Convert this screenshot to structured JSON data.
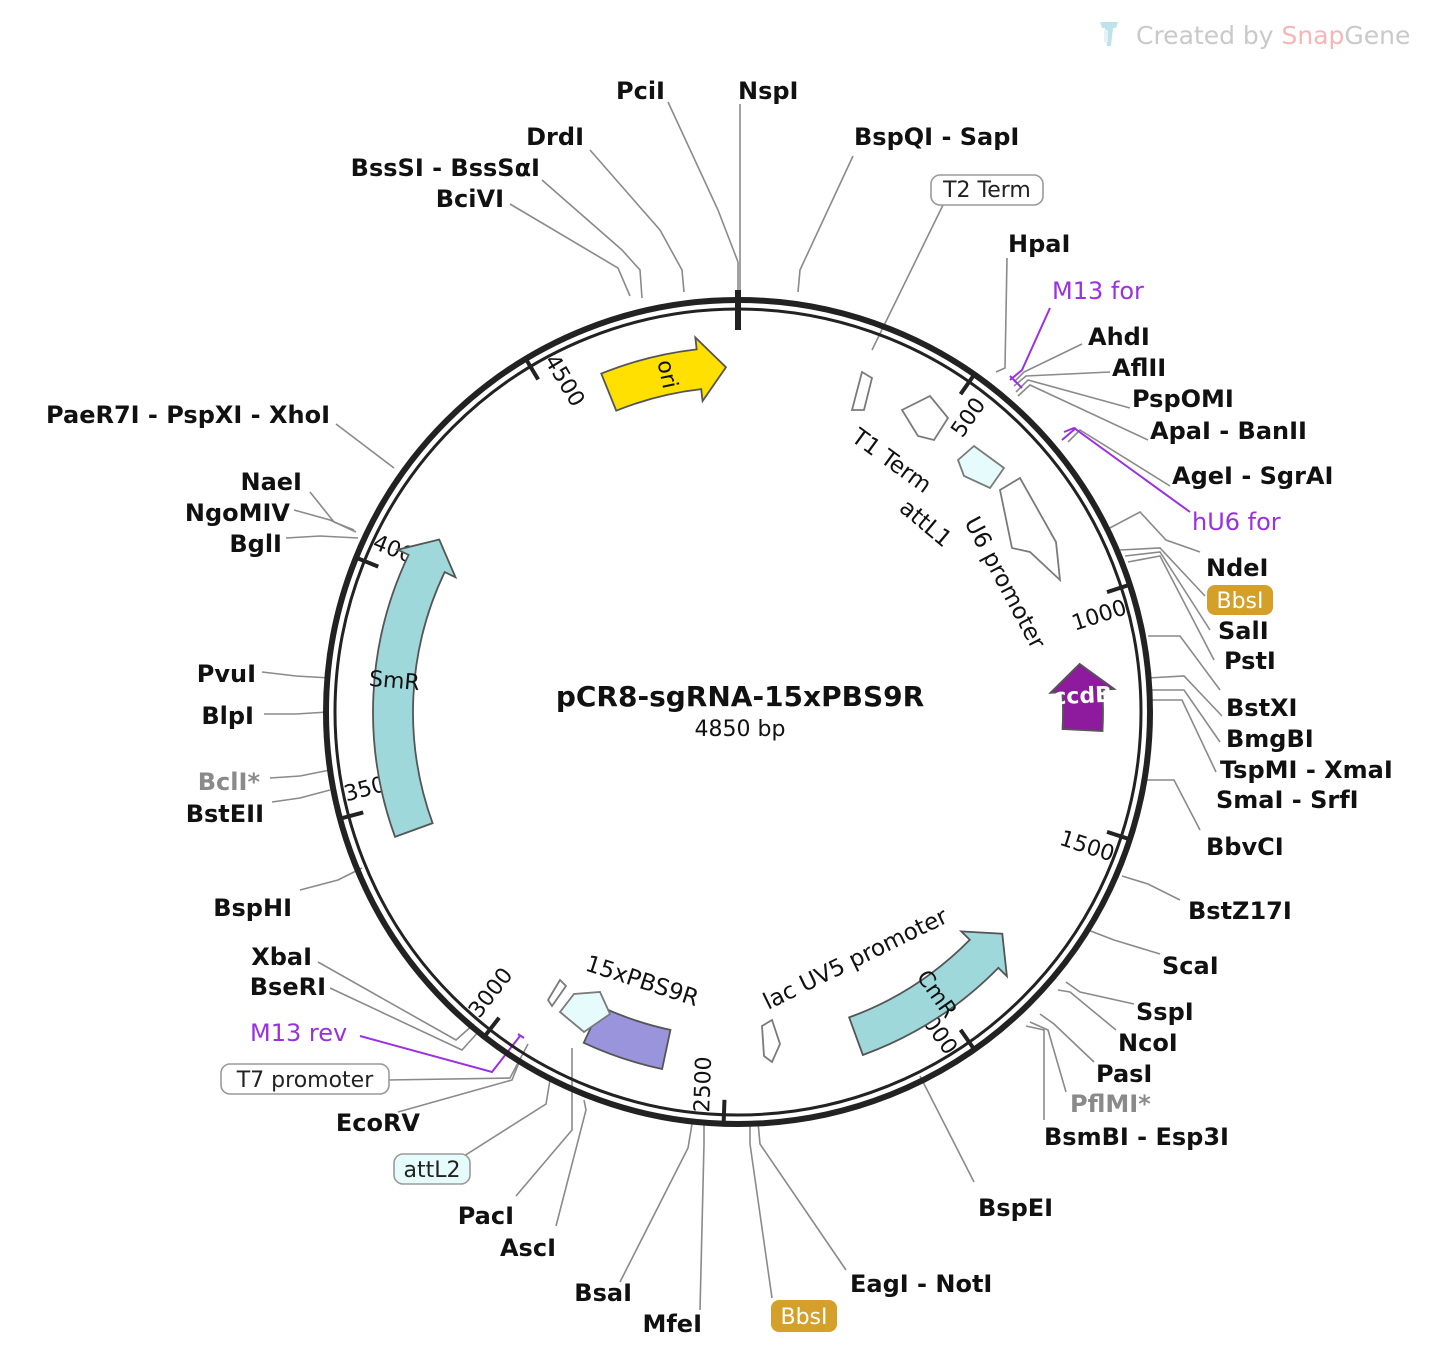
{
  "credit": {
    "prefix": "Created by ",
    "snap": "Snap",
    "gene": "Gene"
  },
  "plasmid": {
    "name": "pCR8-sgRNA-15xPBS9R",
    "size_label": "4850 bp"
  },
  "colors": {
    "ori": "#ffe000",
    "SmR": "#9ed8db",
    "CmR": "#9ed8db",
    "ccdB": "#8e1a9e",
    "PBS": "#9a94dc",
    "att": "#e6fbfb",
    "primer": "#9b30e0",
    "badge": "#d4a02a",
    "backbone": "#222222"
  },
  "ticks": [
    {
      "label": "500",
      "angle": 35
    },
    {
      "label": "1000",
      "angle": 72
    },
    {
      "label": "1500",
      "angle": 108
    },
    {
      "label": "2000",
      "angle": 145
    },
    {
      "label": "2500",
      "angle": 182
    },
    {
      "label": "3000",
      "angle": 218
    },
    {
      "label": "3500",
      "angle": 255
    },
    {
      "label": "4000",
      "angle": 292
    },
    {
      "label": "4500",
      "angle": 329
    }
  ],
  "features": [
    {
      "name": "ori",
      "label": "ori",
      "start": 338,
      "end": 358,
      "dir": 1,
      "color": "#ffe000",
      "labelColor": "#111111"
    },
    {
      "name": "SmR",
      "label": "SmR",
      "start": 250,
      "end": 300,
      "dir": 1,
      "color": "#9ed8db",
      "labelColor": "#111111"
    },
    {
      "name": "CmR",
      "label": "CmR",
      "start": 160,
      "end": 130,
      "dir": -1,
      "color": "#9ed8db",
      "labelColor": "#111111"
    },
    {
      "name": "ccdB",
      "label": "ccdB",
      "start": 93,
      "end": 82,
      "dir": -1,
      "color": "#8e1a9e",
      "labelColor": "#ffffff"
    },
    {
      "name": "PBS",
      "label": "",
      "start": 192,
      "end": 205,
      "dir": 0,
      "color": "#9a94dc",
      "labelColor": "#111111"
    }
  ],
  "feature_labels": [
    {
      "text": "T1 Term"
    },
    {
      "text": "attL1"
    },
    {
      "text": "U6 promoter"
    },
    {
      "text": "15xPBS9R"
    },
    {
      "text": "lac UV5 promoter"
    }
  ],
  "boxed_labels": [
    {
      "text": "T2 Term",
      "style": "white"
    },
    {
      "text": "T7 promoter",
      "style": "white"
    },
    {
      "text": "attL2",
      "style": "cyan"
    }
  ],
  "enzymes_right": [
    {
      "text": "HpaI",
      "gray": false
    },
    {
      "text": "AhdI",
      "gray": false
    },
    {
      "text": "AflII",
      "gray": false
    },
    {
      "text": "PspOMI",
      "gray": false
    },
    {
      "text": "ApaI - BanII",
      "gray": false
    },
    {
      "text": "AgeI - SgrAI",
      "gray": false
    },
    {
      "text": "NdeI",
      "gray": false
    },
    {
      "text": "SalI",
      "gray": false
    },
    {
      "text": "PstI",
      "gray": false
    },
    {
      "text": "BstXI",
      "gray": false
    },
    {
      "text": "BmgBI",
      "gray": false
    },
    {
      "text": "TspMI - XmaI",
      "gray": false
    },
    {
      "text": "SmaI - SrfI",
      "gray": false
    },
    {
      "text": "BbvCI",
      "gray": false
    },
    {
      "text": "BstZ17I",
      "gray": false
    },
    {
      "text": "ScaI",
      "gray": false
    },
    {
      "text": "SspI",
      "gray": false
    },
    {
      "text": "NcoI",
      "gray": false
    },
    {
      "text": "PasI",
      "gray": false
    },
    {
      "text": "PflMI*",
      "gray": true
    },
    {
      "text": "BsmBI - Esp3I",
      "gray": false
    },
    {
      "text": "BspEI",
      "gray": false
    },
    {
      "text": "EagI - NotI",
      "gray": false
    }
  ],
  "enzymes_left": [
    {
      "text": "PciI",
      "gray": false
    },
    {
      "text": "NspI",
      "gray": false
    },
    {
      "text": "BspQI - SapI",
      "gray": false
    },
    {
      "text": "DrdI",
      "gray": false
    },
    {
      "text": "BssSI - BssSαI",
      "gray": false
    },
    {
      "text": "BciVI",
      "gray": false
    },
    {
      "text": "PaeR7I - PspXI - XhoI",
      "gray": false
    },
    {
      "text": "NaeI",
      "gray": false
    },
    {
      "text": "NgoMIV",
      "gray": false
    },
    {
      "text": "BglI",
      "gray": false
    },
    {
      "text": "PvuI",
      "gray": false
    },
    {
      "text": "BlpI",
      "gray": false
    },
    {
      "text": "BclI*",
      "gray": true
    },
    {
      "text": "BstEII",
      "gray": false
    },
    {
      "text": "BspHI",
      "gray": false
    },
    {
      "text": "XbaI",
      "gray": false
    },
    {
      "text": "BseRI",
      "gray": false
    },
    {
      "text": "EcoRV",
      "gray": false
    },
    {
      "text": "PacI",
      "gray": false
    },
    {
      "text": "AscI",
      "gray": false
    },
    {
      "text": "BsaI",
      "gray": false
    },
    {
      "text": "MfeI",
      "gray": false
    }
  ],
  "badges": [
    {
      "text": "BbsI"
    },
    {
      "text": "BbsI"
    }
  ],
  "primers": [
    {
      "text": "M13 for"
    },
    {
      "text": "hU6 for"
    },
    {
      "text": "M13 rev"
    }
  ]
}
